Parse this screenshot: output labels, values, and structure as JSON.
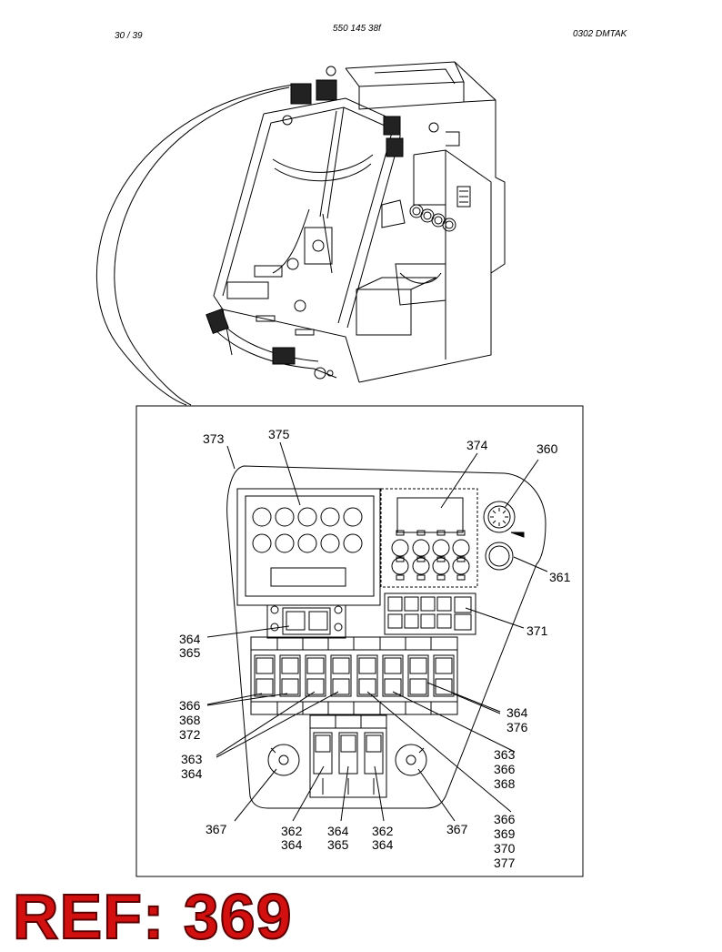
{
  "header": {
    "page": "30 / 39",
    "doc_number": "550 145 38f",
    "code": "0302   DMTAK"
  },
  "callouts": [
    {
      "id": "c373",
      "text": "373"
    },
    {
      "id": "c375",
      "text": "375"
    },
    {
      "id": "c374",
      "text": "374"
    },
    {
      "id": "c360",
      "text": "360"
    },
    {
      "id": "c361",
      "text": "361"
    },
    {
      "id": "c371",
      "text": "371"
    },
    {
      "id": "c364a",
      "text": "364"
    },
    {
      "id": "c365a",
      "text": "365"
    },
    {
      "id": "c366a",
      "text": "366"
    },
    {
      "id": "c368a",
      "text": "368"
    },
    {
      "id": "c372",
      "text": "372"
    },
    {
      "id": "c363a",
      "text": "363"
    },
    {
      "id": "c364b",
      "text": "364"
    },
    {
      "id": "c364c",
      "text": "364"
    },
    {
      "id": "c376",
      "text": "376"
    },
    {
      "id": "c363b",
      "text": "363"
    },
    {
      "id": "c366b",
      "text": "366"
    },
    {
      "id": "c368b",
      "text": "368"
    },
    {
      "id": "c366c",
      "text": "366"
    },
    {
      "id": "c369",
      "text": "369"
    },
    {
      "id": "c370",
      "text": "370"
    },
    {
      "id": "c377",
      "text": "377"
    },
    {
      "id": "c367a",
      "text": "367"
    },
    {
      "id": "c362a",
      "text": "362"
    },
    {
      "id": "c364d",
      "text": "364"
    },
    {
      "id": "c364e",
      "text": "364"
    },
    {
      "id": "c365b",
      "text": "365"
    },
    {
      "id": "c362b",
      "text": "362"
    },
    {
      "id": "c364f",
      "text": "364"
    },
    {
      "id": "c367b",
      "text": "367"
    }
  ],
  "ref_label": "REF: 369"
}
